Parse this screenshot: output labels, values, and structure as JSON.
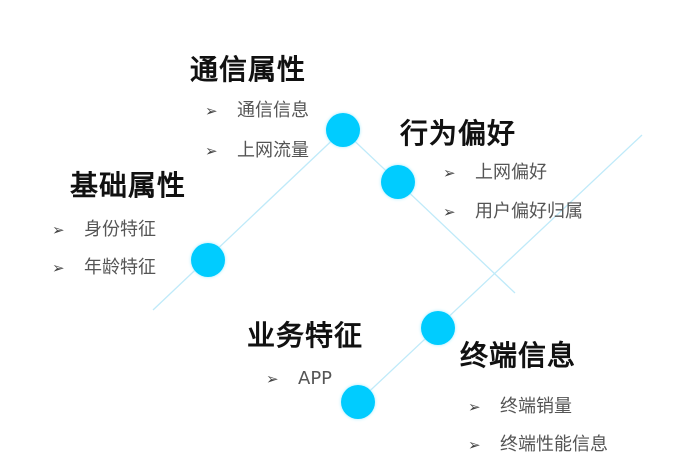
{
  "colors": {
    "node": "#00ccff",
    "line": "#bfeaf9"
  },
  "groups": [
    {
      "title": "通信属性",
      "items": [
        "通信信息",
        "上网流量"
      ]
    },
    {
      "title": "行为偏好",
      "items": [
        "上网偏好",
        "用户偏好归属"
      ]
    },
    {
      "title": "基础属性",
      "items": [
        "身份特征",
        "年龄特征"
      ]
    },
    {
      "title": "业务特征",
      "items": [
        "APP"
      ]
    },
    {
      "title": "终端信息",
      "items": [
        "终端销量",
        "终端性能信息"
      ]
    }
  ],
  "bullet": "➢"
}
